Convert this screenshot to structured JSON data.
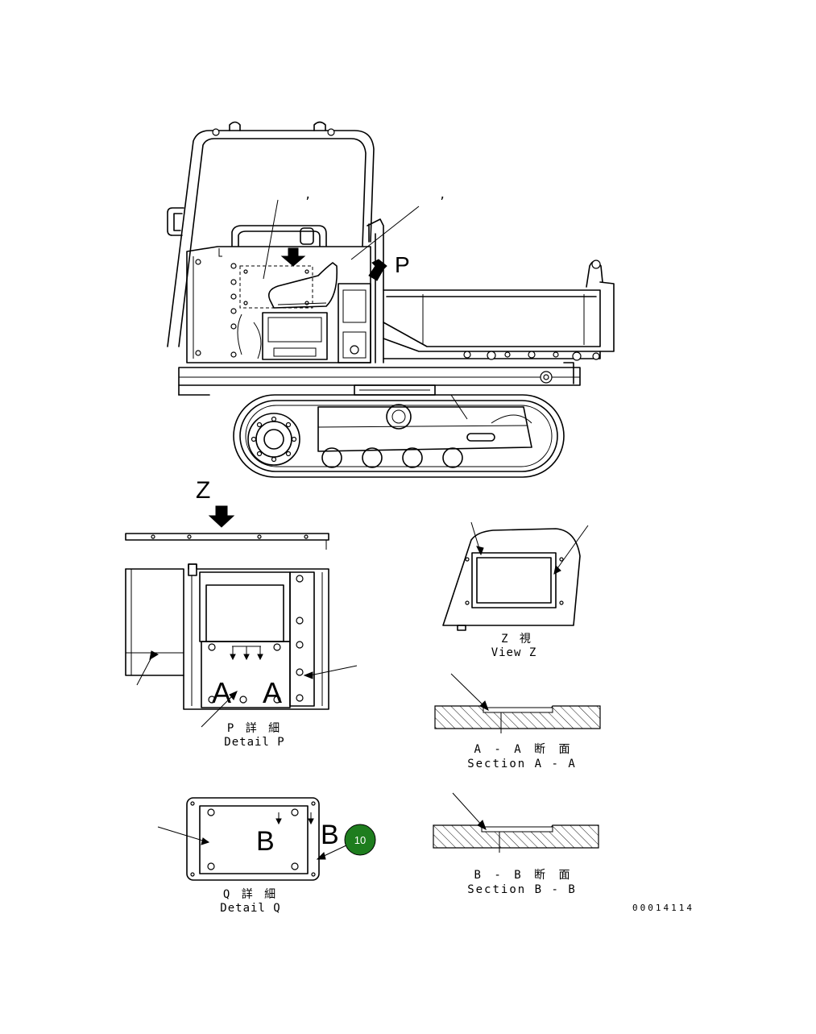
{
  "labels": {
    "p_marker": "P",
    "z_marker": "Z",
    "a_left": "A",
    "a_right": "A",
    "b_inner": "B",
    "b_outer": "B",
    "view_z_jp": "Z 視",
    "view_z_en": "View Z",
    "detail_p_jp": "P 詳 細",
    "detail_p_en": "Detail P",
    "section_a_jp": "A - A 断 面",
    "section_a_en": "Section A - A",
    "detail_q_jp": "Q 詳 細",
    "detail_q_en": "Detail Q",
    "section_b_jp": "B - B 断 面",
    "section_b_en": "Section B - B",
    "drawing_number": "00014114",
    "tick_left": ",",
    "tick_right": ","
  },
  "callout": {
    "number": "10",
    "color": "#1e7d1e"
  },
  "colors": {
    "line": "#000000",
    "background": "#ffffff"
  }
}
